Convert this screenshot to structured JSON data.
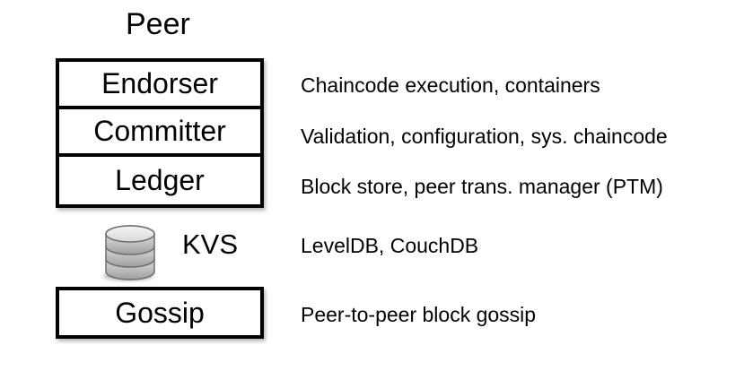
{
  "title": "Peer",
  "diagram": {
    "rows": [
      {
        "id": "endorser",
        "label": "Endorser",
        "description": "Chaincode execution, containers"
      },
      {
        "id": "committer",
        "label": "Committer",
        "description": "Validation, configuration, sys. chaincode"
      },
      {
        "id": "ledger",
        "label": "Ledger",
        "description": "Block store, peer trans. manager (PTM)"
      },
      {
        "id": "kvs",
        "label": "KVS",
        "description": "LevelDB, CouchDB",
        "icon": "database-icon"
      },
      {
        "id": "gossip",
        "label": "Gossip",
        "description": "Peer-to-peer block gossip"
      }
    ]
  },
  "colors": {
    "background": "#ffffff",
    "box_border": "#000000",
    "text": "#000000",
    "db_icon_top": "#eeeeee",
    "db_icon_body_light": "#e2e2e2",
    "db_icon_body_dark": "#9e9e9e",
    "db_icon_stroke": "#6f6f6f"
  }
}
